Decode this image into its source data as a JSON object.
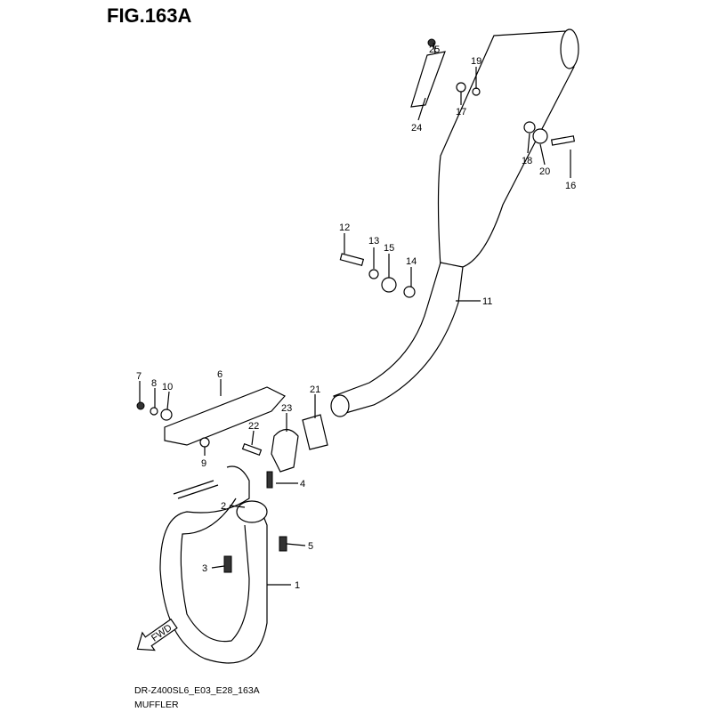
{
  "figure": {
    "title": "FIG.163A",
    "model_code": "DR-Z400SL6_E03_E28_163A",
    "part_name": "MUFFLER",
    "direction_label": "FWD"
  },
  "callouts": [
    {
      "num": "1"
    },
    {
      "num": "2"
    },
    {
      "num": "3"
    },
    {
      "num": "4"
    },
    {
      "num": "5"
    },
    {
      "num": "6"
    },
    {
      "num": "7"
    },
    {
      "num": "8"
    },
    {
      "num": "9"
    },
    {
      "num": "10"
    },
    {
      "num": "11"
    },
    {
      "num": "12"
    },
    {
      "num": "13"
    },
    {
      "num": "14"
    },
    {
      "num": "15"
    },
    {
      "num": "16"
    },
    {
      "num": "17"
    },
    {
      "num": "18"
    },
    {
      "num": "19"
    },
    {
      "num": "20"
    },
    {
      "num": "21"
    },
    {
      "num": "22"
    },
    {
      "num": "23"
    },
    {
      "num": "24"
    },
    {
      "num": "25"
    }
  ]
}
